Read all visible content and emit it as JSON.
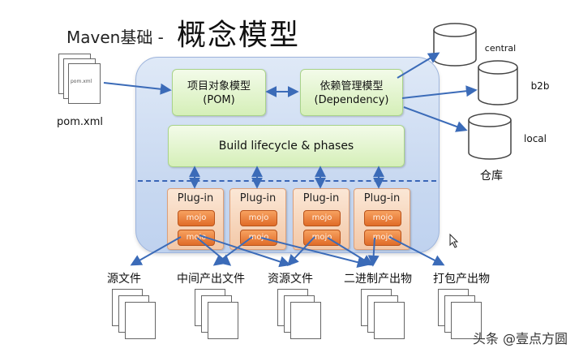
{
  "title": {
    "prefix": "Maven基础 -",
    "main": "概念模型"
  },
  "pom_file": {
    "icon_text": "pom.xml",
    "label": "pom.xml"
  },
  "project_model": {
    "line1": "项目对象模型",
    "line2": "(POM)"
  },
  "dependency_model": {
    "line1": "依赖管理模型",
    "line2": "(Dependency)"
  },
  "build_lifecycle": "Build lifecycle & phases",
  "plugins": [
    {
      "title": "Plug-in",
      "mojos": [
        "mojo",
        "mojo"
      ]
    },
    {
      "title": "Plug-in",
      "mojos": [
        "mojo",
        "mojo"
      ]
    },
    {
      "title": "Plug-in",
      "mojos": [
        "mojo",
        "mojo"
      ]
    },
    {
      "title": "Plug-in",
      "mojos": [
        "mojo",
        "mojo"
      ]
    }
  ],
  "repositories": {
    "items": [
      "central",
      "b2b",
      "local"
    ],
    "label": "仓库"
  },
  "outputs": [
    "源文件",
    "中间产出文件",
    "资源文件",
    "二进制产出物",
    "打包产出物"
  ],
  "watermark": "头条 @壹点方圆",
  "colors": {
    "arrow": "#3b6bb8",
    "container": "#c9d9f1",
    "green_box": "#d5efb8",
    "plugin": "#f3c8a7",
    "mojo": "#e06c28"
  }
}
